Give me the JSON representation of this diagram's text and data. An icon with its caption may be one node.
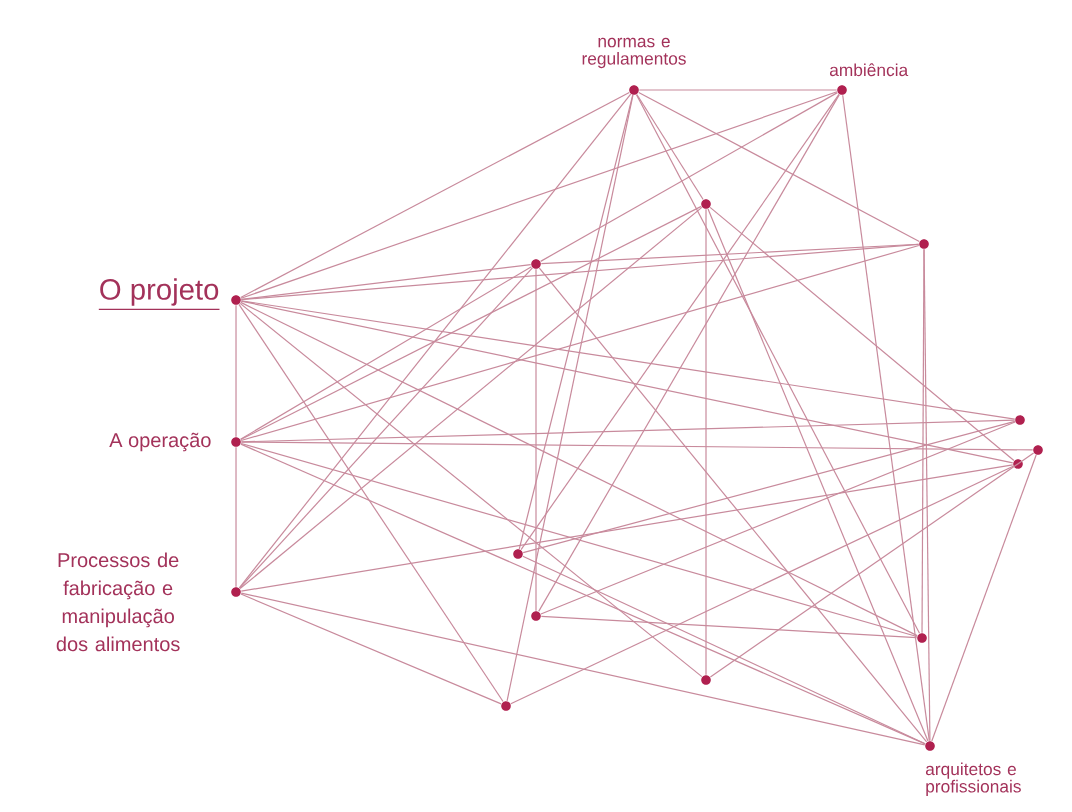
{
  "diagram": {
    "nodes": [
      {
        "text": [
          "normas e regulamentos"
        ]
      },
      {
        "text": [
          "ambiência"
        ]
      },
      {
        "text": [],
        "shape": "circle"
      },
      {
        "text": [],
        "shape": "circle"
      },
      {
        "text": [],
        "shape": "circle"
      },
      {
        "text": [
          "O projeto"
        ]
      },
      {
        "text": [],
        "shape": "circle"
      },
      {
        "text": [
          "A operação"
        ]
      },
      {
        "text": [],
        "shape": "circle"
      },
      {
        "text": [],
        "shape": "circle"
      },
      {
        "text": [],
        "shape": "circle"
      },
      {
        "text": [
          "Processos de fabricação e manipulação dos alimentos"
        ]
      },
      {
        "text": [],
        "shape": "circle"
      },
      {
        "text": [],
        "shape": "circle"
      },
      {
        "text": [],
        "shape": "circle"
      },
      {
        "text": [],
        "shape": "circle"
      },
      {
        "text": [
          "arquitetos e profissionais"
        ]
      }
    ],
    "edges": [
      {
        "from": 0,
        "to": 1,
        "arrow": "none"
      },
      {
        "from": 5,
        "to": 7,
        "arrow": "none"
      },
      {
        "from": 7,
        "to": 11,
        "arrow": "none"
      },
      {
        "from": 4,
        "to": 12,
        "arrow": "none"
      },
      {
        "from": 2,
        "to": 14,
        "arrow": "none"
      },
      {
        "from": 3,
        "to": 13,
        "arrow": "none"
      },
      {
        "from": 5,
        "to": 0,
        "arrow": "none"
      },
      {
        "from": 5,
        "to": 1,
        "arrow": "none"
      },
      {
        "from": 5,
        "to": 6,
        "arrow": "none"
      },
      {
        "from": 5,
        "to": 9,
        "arrow": "none"
      },
      {
        "from": 5,
        "to": 13,
        "arrow": "none"
      },
      {
        "from": 5,
        "to": 14,
        "arrow": "none"
      },
      {
        "from": 5,
        "to": 15,
        "arrow": "none"
      },
      {
        "from": 5,
        "to": 4,
        "arrow": "none"
      },
      {
        "from": 5,
        "to": 3,
        "arrow": "none"
      },
      {
        "from": 7,
        "to": 6,
        "arrow": "none"
      },
      {
        "from": 7,
        "to": 4,
        "arrow": "none"
      },
      {
        "from": 7,
        "to": 2,
        "arrow": "none"
      },
      {
        "from": 7,
        "to": 3,
        "arrow": "none"
      },
      {
        "from": 7,
        "to": 13,
        "arrow": "none"
      },
      {
        "from": 7,
        "to": 16,
        "arrow": "none"
      },
      {
        "from": 7,
        "to": 8,
        "arrow": "none"
      },
      {
        "from": 11,
        "to": 4,
        "arrow": "none"
      },
      {
        "from": 11,
        "to": 2,
        "arrow": "none"
      },
      {
        "from": 11,
        "to": 16,
        "arrow": "none"
      },
      {
        "from": 11,
        "to": 15,
        "arrow": "none"
      },
      {
        "from": 11,
        "to": 0,
        "arrow": "none"
      },
      {
        "from": 11,
        "to": 9,
        "arrow": "none"
      },
      {
        "from": 0,
        "to": 15,
        "arrow": "none"
      },
      {
        "from": 0,
        "to": 13,
        "arrow": "none"
      },
      {
        "from": 0,
        "to": 3,
        "arrow": "none"
      },
      {
        "from": 0,
        "to": 10,
        "arrow": "none"
      },
      {
        "from": 0,
        "to": 2,
        "arrow": "none"
      },
      {
        "from": 1,
        "to": 10,
        "arrow": "none"
      },
      {
        "from": 1,
        "to": 16,
        "arrow": "none"
      },
      {
        "from": 1,
        "to": 12,
        "arrow": "none"
      },
      {
        "from": 1,
        "to": 4,
        "arrow": "none"
      },
      {
        "from": 16,
        "to": 2,
        "arrow": "none"
      },
      {
        "from": 16,
        "to": 4,
        "arrow": "none"
      },
      {
        "from": 16,
        "to": 8,
        "arrow": "none"
      },
      {
        "from": 16,
        "to": 10,
        "arrow": "none"
      },
      {
        "from": 16,
        "to": 3,
        "arrow": "none"
      },
      {
        "from": 10,
        "to": 6,
        "arrow": "none"
      },
      {
        "from": 15,
        "to": 9,
        "arrow": "none"
      },
      {
        "from": 12,
        "to": 13,
        "arrow": "none"
      },
      {
        "from": 14,
        "to": 8,
        "arrow": "none"
      },
      {
        "from": 4,
        "to": 3,
        "arrow": "none"
      },
      {
        "from": 2,
        "to": 9,
        "arrow": "none"
      },
      {
        "from": 12,
        "to": 6,
        "arrow": "none"
      }
    ]
  }
}
